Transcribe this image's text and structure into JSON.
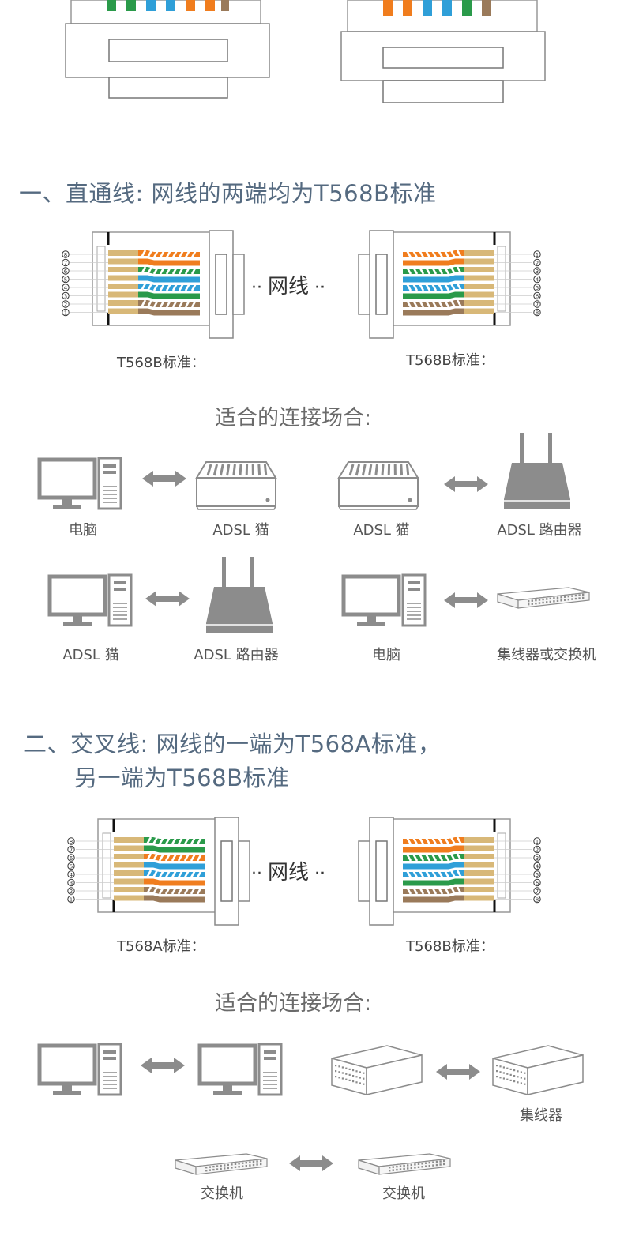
{
  "section1": {
    "title": "一、直通线: 网线的两端均为T568B标准",
    "left_std": "T568B标准：",
    "right_std": "T568B标准：",
    "cable_label": "网线",
    "suitable": "适合的连接场合:",
    "devices": {
      "pc1": "电脑",
      "modem1": "ADSL 猫",
      "modem2": "ADSL 猫",
      "router1": "ADSL 路由器",
      "modem3": "ADSL 猫",
      "router2": "ADSL 路由器",
      "pc2": "电脑",
      "hubswitch": "集线器或交换机"
    }
  },
  "section2": {
    "title_line1": "二、交叉线: 网线的一端为T568A标准，",
    "title_line2": "另一端为T568B标准",
    "left_std": "T568A标准：",
    "right_std": "T568B标准：",
    "cable_label": "网线",
    "suitable": "适合的连接场合:",
    "devices": {
      "hub": "集线器",
      "switch1": "交换机",
      "switch2": "交换机"
    }
  },
  "colors": {
    "heading": "#556a80",
    "orange": "#f07d1e",
    "green": "#2a9a4a",
    "blue": "#2f9fd8",
    "brown": "#9a7a5a",
    "gold": "#d8b878",
    "device_gray": "#8c8c8c"
  }
}
